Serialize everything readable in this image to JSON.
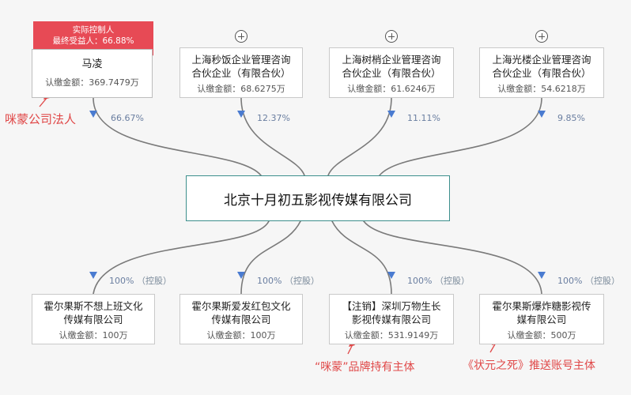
{
  "controller": {
    "badge_line1": "实际控制人",
    "badge_line2": "最终受益人：66.88%",
    "name": "马凌",
    "amount": "认缴金额：369.7479万"
  },
  "shareholders": [
    {
      "name_line1": "上海秒饭企业管理咨询",
      "name_line2": "合伙企业（有限合伙）",
      "amount": "认缴金额：68.6275万",
      "pct": "12.37%"
    },
    {
      "name_line1": "上海树梢企业管理咨询",
      "name_line2": "合伙企业（有限合伙）",
      "amount": "认缴金额：61.6246万",
      "pct": "11.11%"
    },
    {
      "name_line1": "上海光楼企业管理咨询",
      "name_line2": "合伙企业（有限合伙）",
      "amount": "认缴金额：54.6218万",
      "pct": "9.85%"
    }
  ],
  "controller_pct": "66.67%",
  "center_company": "北京十月初五影视传媒有限公司",
  "subsidiaries": [
    {
      "name_line1": "霍尔果斯不想上班文化",
      "name_line2": "传媒有限公司",
      "amount": "认缴金额：100万",
      "pct": "100%",
      "tag": "（控股）"
    },
    {
      "name_line1": "霍尔果斯爱发红包文化",
      "name_line2": "传媒有限公司",
      "amount": "认缴金额：100万",
      "pct": "100%",
      "tag": "（控股）"
    },
    {
      "name_line1": "【注销】深圳万物生长",
      "name_line2": "影视传媒有限公司",
      "amount": "认缴金额：531.9149万",
      "pct": "100%",
      "tag": "（控股）"
    },
    {
      "name_line1": "霍尔果斯爆炸糖影视传",
      "name_line2": "媒有限公司",
      "amount": "认缴金额：500万",
      "pct": "100%",
      "tag": "（控股）"
    }
  ],
  "annotations": {
    "legal_rep": "咪蒙公司法人",
    "brand_holder": "“咪蒙”品牌持有主体",
    "account_holder": "《状元之死》推送账号主体"
  },
  "colors": {
    "line": "#777777",
    "arrow": "#4a7bd0",
    "center_border": "#3c8f8c",
    "badge": "#e74a55",
    "annotation": "#e04848"
  }
}
